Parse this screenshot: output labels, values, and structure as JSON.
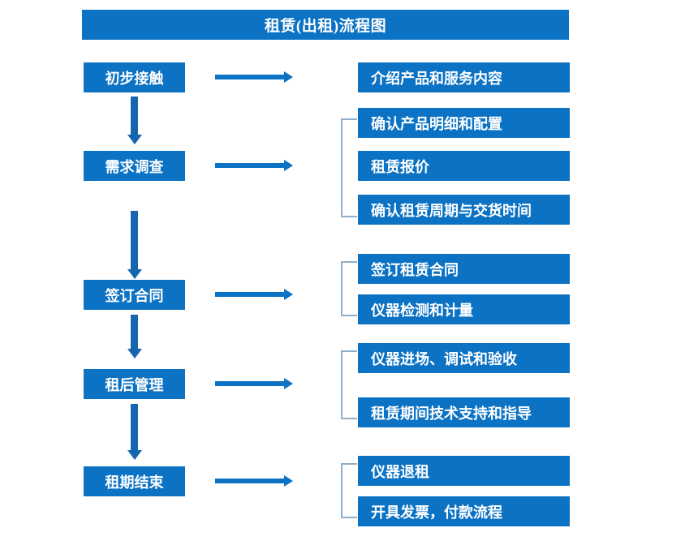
{
  "title": "租赁(出租)流程图",
  "colors": {
    "box_blue": "#0B72C4",
    "arrow_blue": "#1566AE",
    "bracket_gray": "#8FAEC9",
    "text_white": "#FFFFFF",
    "background": "#FFFFFF"
  },
  "chart_data": {
    "type": "diagram",
    "title": "租赁(出租)流程图",
    "stages": [
      {
        "stage": "初步接触",
        "outputs": [
          "介绍产品和服务内容"
        ]
      },
      {
        "stage": "需求调查",
        "outputs": [
          "确认产品明细和配置",
          "租赁报价",
          "确认租赁周期与交货时间"
        ]
      },
      {
        "stage": "签订合同",
        "outputs": [
          "签订租赁合同",
          "仪器检测和计量"
        ]
      },
      {
        "stage": "租后管理",
        "outputs": [
          "仪器进场、调试和验收",
          "租赁期间技术支持和指导"
        ]
      },
      {
        "stage": "租期结束",
        "outputs": [
          "仪器退租",
          "开具发票，付款流程"
        ]
      }
    ]
  },
  "stages": {
    "s0": "初步接触",
    "s1": "需求调查",
    "s2": "签订合同",
    "s3": "租后管理",
    "s4": "租期结束"
  },
  "outputs": {
    "o0": "介绍产品和服务内容",
    "o1": "确认产品明细和配置",
    "o2": "租赁报价",
    "o3": "确认租赁周期与交货时间",
    "o4": "签订租赁合同",
    "o5": "仪器检测和计量",
    "o6": "仪器进场、调试和验收",
    "o7": "租赁期间技术支持和指导",
    "o8": "仪器退租",
    "o9": "开具发票，付款流程"
  }
}
